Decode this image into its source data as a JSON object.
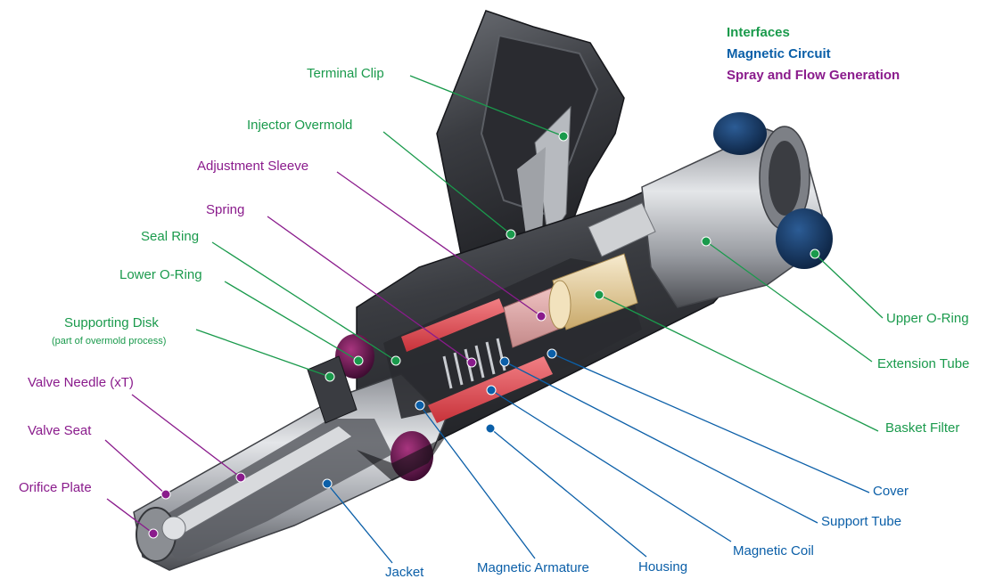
{
  "legend": {
    "interfaces": "Interfaces",
    "magnetic": "Magnetic Circuit",
    "spray": "Spray and Flow Generation"
  },
  "colors": {
    "interfaces": "#1a9a4c",
    "magnetic": "#0b5fa8",
    "spray": "#8a1b8c",
    "body_dark": "#2b2d31",
    "body_mid": "#595c62",
    "metal_light": "#c9ccd1",
    "oring": "#16345c",
    "oring_lower": "#5a1148",
    "coil": "#e0434a",
    "basket": "#eed7a8"
  },
  "labels": {
    "terminal_clip": "Terminal Clip",
    "injector_overmold": "Injector Overmold",
    "adjustment_sleeve": "Adjustment Sleeve",
    "spring": "Spring",
    "seal_ring": "Seal Ring",
    "lower_oring": "Lower O-Ring",
    "supporting_disk": "Supporting Disk",
    "supporting_disk_note": "(part of overmold process)",
    "valve_needle": "Valve Needle (xT)",
    "valve_seat": "Valve Seat",
    "orifice_plate": "Orifice Plate",
    "jacket": "Jacket",
    "magnetic_armature": "Magnetic Armature",
    "housing": "Housing",
    "magnetic_coil": "Magnetic Coil",
    "support_tube": "Support Tube",
    "cover": "Cover",
    "basket_filter": "Basket Filter",
    "extension_tube": "Extension Tube",
    "upper_oring": "Upper O-Ring"
  }
}
